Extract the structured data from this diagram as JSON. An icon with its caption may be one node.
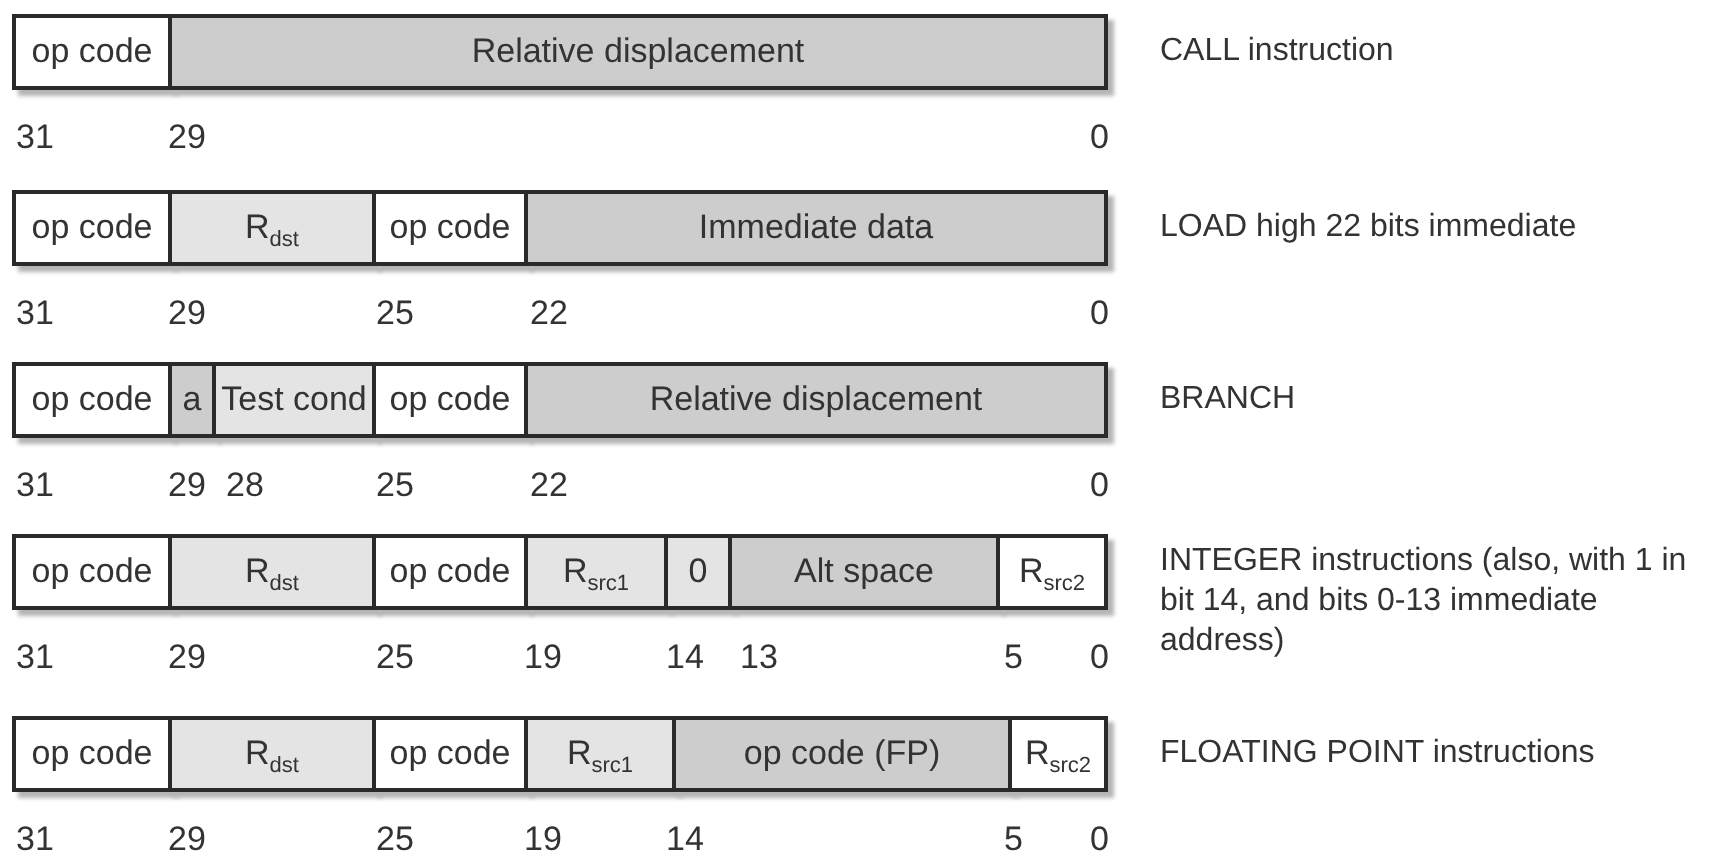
{
  "diagram": {
    "nodes": [
      {
        "text": [
          "op code"
        ]
      },
      {
        "text": [
          "Relative displacement"
        ]
      },
      {
        "text": [
          "op code"
        ]
      },
      {
        "text": [
          "R$_{dst}$"
        ]
      },
      {
        "text": [
          "op code"
        ]
      },
      {
        "text": [
          "Immediate data"
        ]
      },
      {
        "text": [
          "op code"
        ]
      },
      {
        "text": [
          "a"
        ]
      },
      {
        "text": [
          "Test cond"
        ]
      },
      {
        "text": [
          "op code"
        ]
      },
      {
        "text": [
          "Relative displacement"
        ]
      },
      {
        "text": [
          "op code"
        ]
      },
      {
        "text": [
          "R$_{dst}$"
        ]
      },
      {
        "text": [
          "op code"
        ]
      },
      {
        "text": [
          "R$_{src1}$"
        ]
      },
      {
        "text": [
          "0"
        ]
      },
      {
        "text": [
          "Alt space"
        ]
      },
      {
        "text": [
          "R$_{src2}$"
        ]
      },
      {
        "text": [
          "op code"
        ]
      },
      {
        "text": [
          "R$_{dst}$"
        ]
      },
      {
        "text": [
          "op code"
        ]
      },
      {
        "text": [
          "R$_{src1}$"
        ]
      },
      {
        "text": [
          "op code (FP)"
        ]
      },
      {
        "text": [
          "R$_{src2}$"
        ]
      }
    ],
    "labels": [
      "CALL instruction",
      "31",
      "29",
      "0",
      "LOAD high 22 bits immediate",
      "31",
      "29",
      "25",
      "22",
      "0",
      "BRANCH",
      "31",
      "29",
      "28",
      "25",
      "22",
      "0",
      "INTEGER instructions (also, with 1 in bit 14, and bits 0-13 immediate address)",
      "31",
      "29",
      "25",
      "19",
      "14",
      "13",
      "5",
      "0",
      "FLOATING POINT instructions",
      "31",
      "29",
      "25",
      "19",
      "14",
      "5",
      "0"
    ]
  }
}
